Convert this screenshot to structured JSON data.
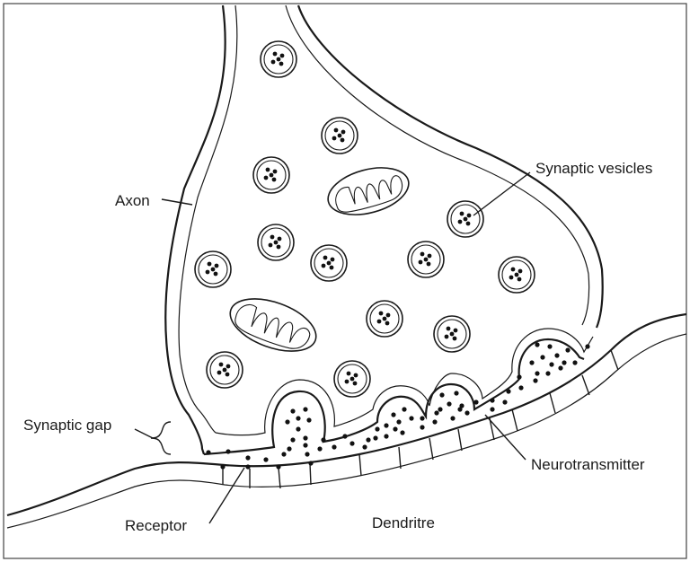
{
  "labels": {
    "axon": "Axon",
    "synaptic_vesicles": "Synaptic vesicles",
    "synaptic_gap": "Synaptic gap",
    "neurotransmitter": "Neurotransmitter",
    "receptor": "Receptor",
    "dendrite": "Dendritre"
  }
}
